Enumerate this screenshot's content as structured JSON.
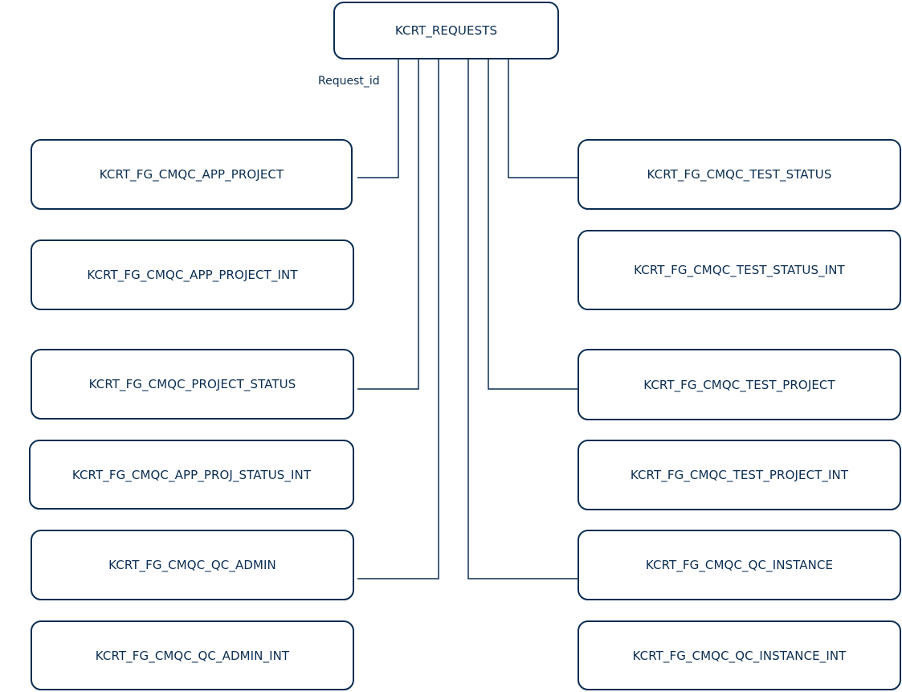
{
  "diagram": {
    "root": "KCRT_REQUESTS",
    "edge_label": "Request_id",
    "left": [
      "KCRT_FG_CMQC_APP_PROJECT",
      "KCRT_FG_CMQC_APP_PROJECT_INT",
      "KCRT_FG_CMQC_PROJECT_STATUS",
      "KCRT_FG_CMQC_APP_PROJ_STATUS_INT",
      "KCRT_FG_CMQC_QC_ADMIN",
      "KCRT_FG_CMQC_QC_ADMIN_INT"
    ],
    "right": [
      "KCRT_FG_CMQC_TEST_STATUS",
      "KCRT_FG_CMQC_TEST_STATUS_INT",
      "KCRT_FG_CMQC_TEST_PROJECT",
      "KCRT_FG_CMQC_TEST_PROJECT_INT",
      "KCRT_FG_CMQC_QC_INSTANCE",
      "KCRT_FG_CMQC_QC_INSTANCE_INT"
    ],
    "connected_tables": [
      "KCRT_FG_CMQC_APP_PROJECT",
      "KCRT_FG_CMQC_PROJECT_STATUS",
      "KCRT_FG_CMQC_QC_ADMIN",
      "KCRT_FG_CMQC_TEST_STATUS",
      "KCRT_FG_CMQC_TEST_PROJECT",
      "KCRT_FG_CMQC_QC_INSTANCE"
    ],
    "colors": {
      "stroke": "#0b2d52",
      "text": "#0b2d52",
      "background": "#ffffff"
    }
  }
}
